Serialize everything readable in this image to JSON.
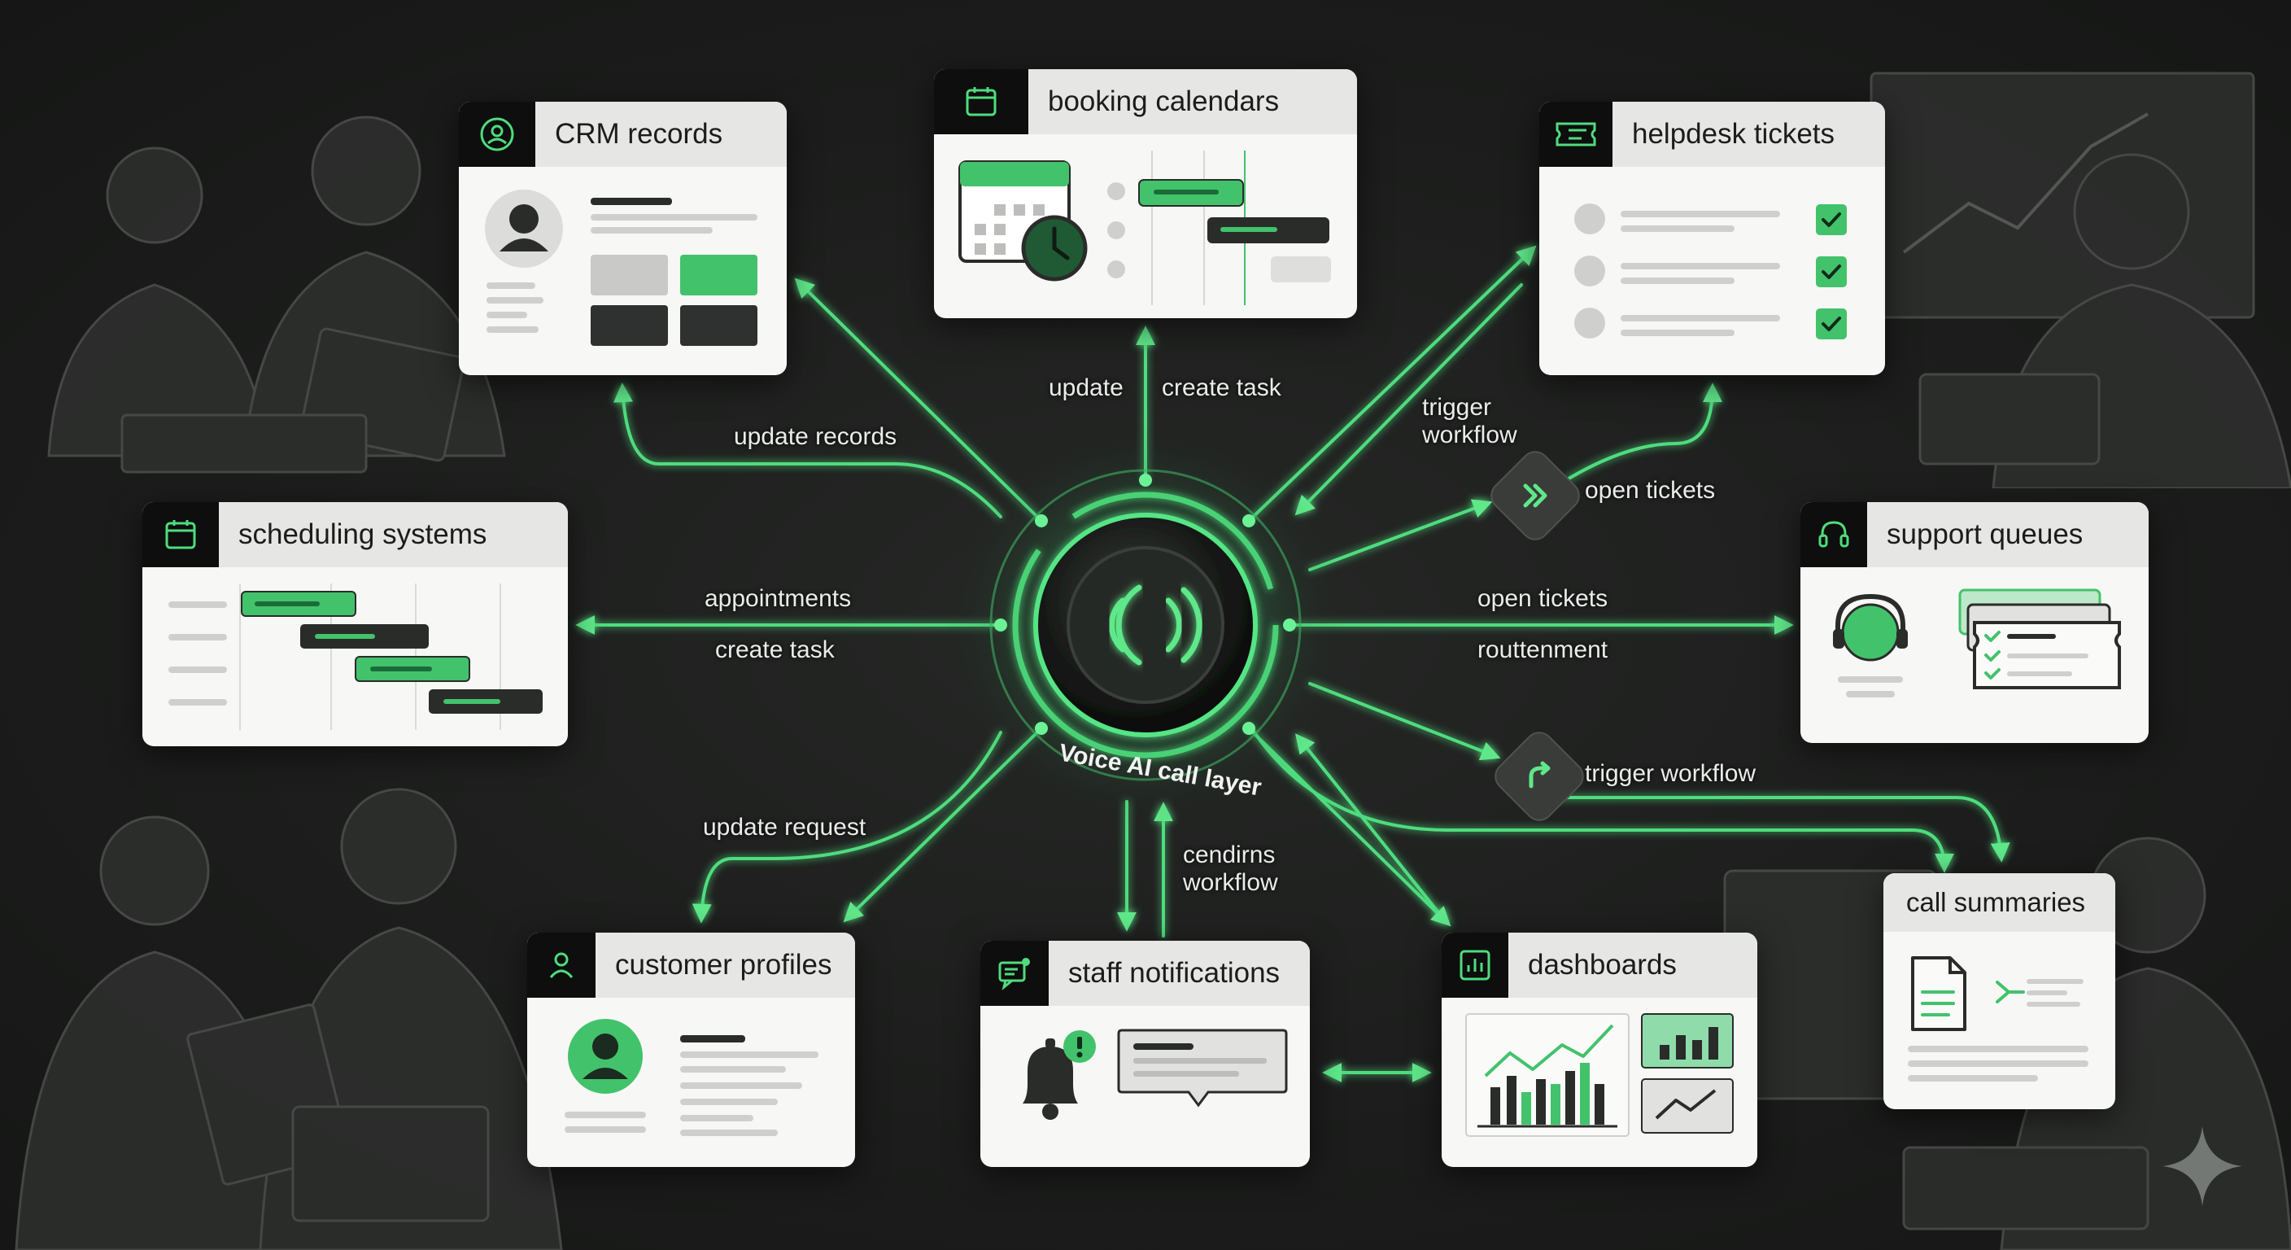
{
  "cards": {
    "crm": {
      "title": "CRM records"
    },
    "booking": {
      "title": "booking calendars"
    },
    "helpdesk": {
      "title": "helpdesk tickets"
    },
    "scheduling": {
      "title": "scheduling systems"
    },
    "support": {
      "title": "support queues"
    },
    "customer": {
      "title": "customer profiles"
    },
    "staff": {
      "title": "staff notifications"
    },
    "dashboards": {
      "title": "dashboards"
    },
    "summaries": {
      "title": "call summaries"
    }
  },
  "labels": {
    "update_records": "update records",
    "update": "update",
    "create_task_top": "create task",
    "trigger_workflow_top": "trigger\nworkflow",
    "open_tickets_node": "open tickets",
    "appointments": "appointments",
    "create_task_left": "create task",
    "open_tickets_right": "open tickets",
    "routtenment": "routtenment",
    "trigger_workflow_node": "trigger workflow",
    "update_request": "update request",
    "cendirns_workflow": "cendirns\nworkflow"
  },
  "hub": {
    "label": "Voice AI call layer"
  },
  "colors": {
    "accent": "#43c26c",
    "accent_glow": "#5ee88a",
    "background": "#1c1d1c",
    "card": "#f7f7f6",
    "card_header": "#e6e7e5",
    "dark_block": "#2f3130"
  },
  "icons": {
    "crm": "user-circle-icon",
    "booking": "calendar-icon",
    "helpdesk": "ticket-icon",
    "scheduling": "calendar-icon",
    "support": "headset-icon",
    "customer": "user-icon",
    "staff": "chat-alert-icon",
    "dashboards": "bar-chart-icon",
    "open_tickets_node": "double-chevron-icon",
    "trigger_workflow_node": "curved-arrow-icon",
    "brand": "sparkle-icon"
  }
}
